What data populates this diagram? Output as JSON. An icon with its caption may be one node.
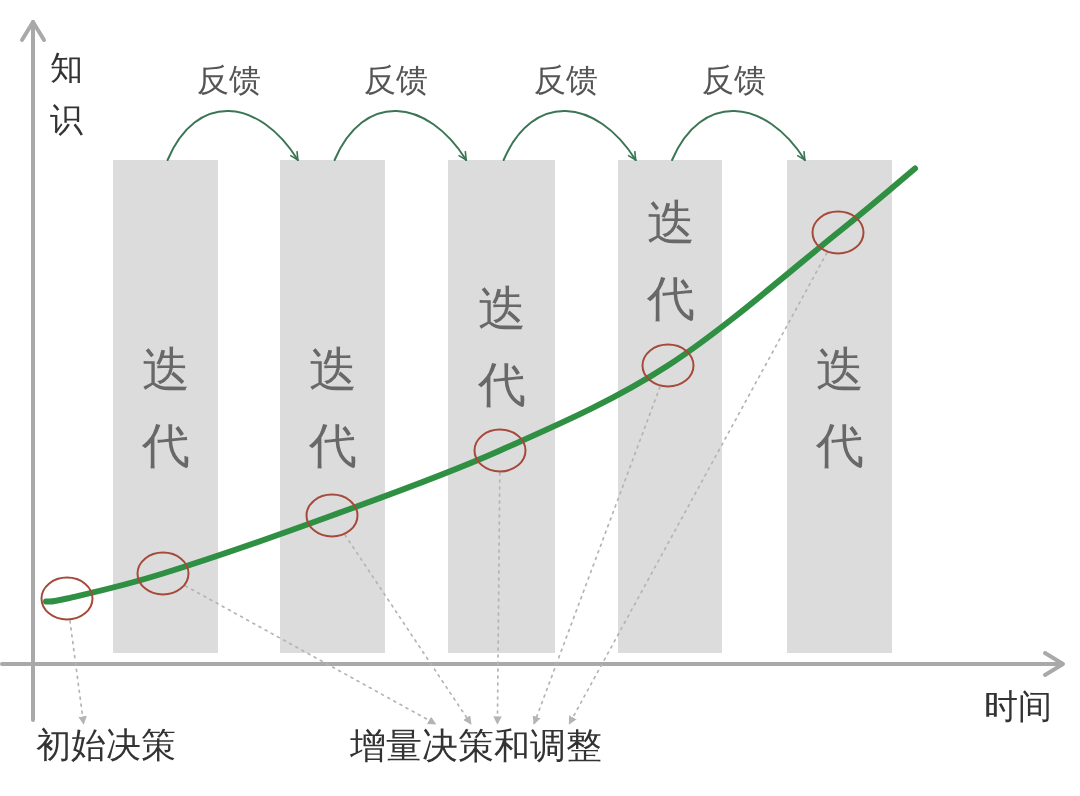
{
  "diagram": {
    "nodes": [
      {
        "text": [
          "迭代"
        ]
      },
      {
        "text": [
          "迭代"
        ]
      },
      {
        "text": [
          "迭代"
        ]
      },
      {
        "text": [
          "迭代"
        ]
      },
      {
        "text": [
          "迭代"
        ]
      },
      {
        "text": [],
        "shape": "circle"
      },
      {
        "text": [],
        "shape": "circle",
        "in": 0
      },
      {
        "text": [],
        "shape": "circle",
        "in": 1
      },
      {
        "text": [],
        "shape": "circle",
        "in": 2
      },
      {
        "text": [],
        "shape": "circle",
        "in": 3
      },
      {
        "text": [],
        "shape": "circle",
        "in": 4
      },
      {
        "text": [
          "初始决策"
        ]
      },
      {
        "text": [
          "增量决策和调整"
        ]
      }
    ],
    "edges": [
      {
        "from": 0,
        "to": 1,
        "arrow": "to",
        "label": "反馈",
        "color": "#3b7556"
      },
      {
        "from": 1,
        "to": 2,
        "arrow": "to",
        "label": "反馈",
        "color": "#3b7556"
      },
      {
        "from": 2,
        "to": 3,
        "arrow": "to",
        "label": "反馈",
        "color": "#3b7556"
      },
      {
        "from": 3,
        "to": 4,
        "arrow": "to",
        "label": "反馈",
        "color": "#3b7556"
      },
      {
        "from": 5,
        "to": 11,
        "arrow": "to",
        "style": "dashed"
      },
      {
        "from": 6,
        "to": 12,
        "arrow": "to",
        "style": "dashed"
      },
      {
        "from": 7,
        "to": 12,
        "arrow": "to",
        "style": "dashed"
      },
      {
        "from": 8,
        "to": 12,
        "arrow": "to",
        "style": "dashed"
      },
      {
        "from": 9,
        "to": 12,
        "arrow": "to",
        "style": "dashed"
      },
      {
        "from": 10,
        "to": 12,
        "arrow": "to",
        "style": "dashed"
      }
    ],
    "labels": [
      "知识",
      "时间"
    ]
  }
}
